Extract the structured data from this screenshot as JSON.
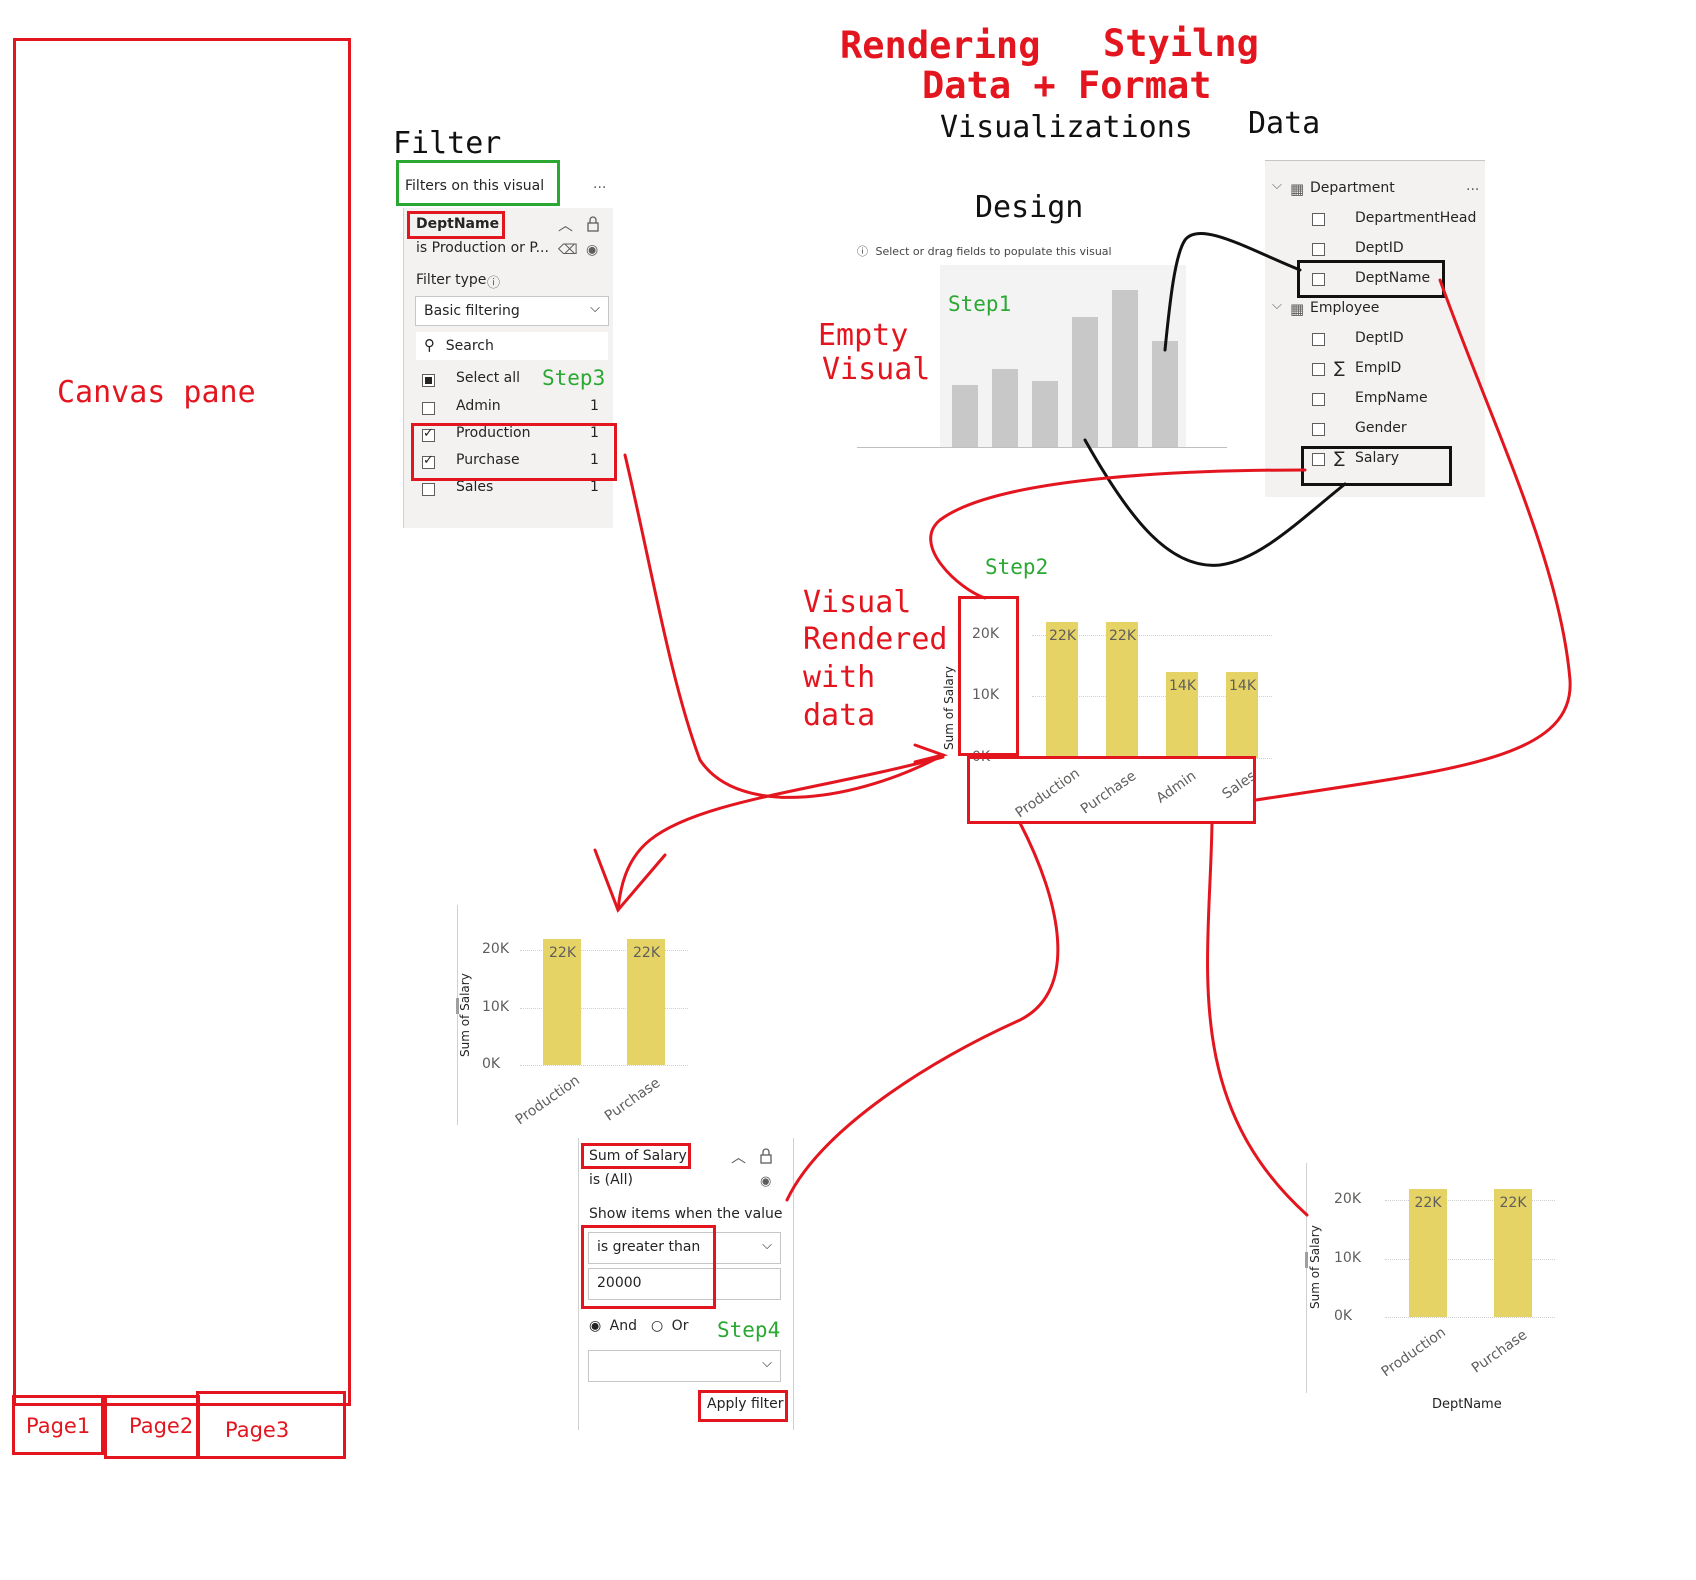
{
  "canvas": {
    "label": "Canvas pane",
    "pages": [
      "Page1",
      "Page2",
      "Page3"
    ]
  },
  "headings": {
    "filter": "Filter",
    "rendering": "Rendering",
    "styling": "Styilng",
    "data_format": "Data + Format",
    "visualizations": "Visualizations",
    "data": "Data",
    "design": "Design"
  },
  "filter_pane": {
    "header": "Filters on this visual",
    "more": "...",
    "field": "DeptName",
    "summary": "is Production or P...",
    "filter_type_label": "Filter type",
    "filter_type_value": "Basic filtering",
    "search_placeholder": "Search",
    "step": "Step3",
    "items": [
      {
        "label": "Select all",
        "count": "",
        "state": "partial"
      },
      {
        "label": "Admin",
        "count": "1",
        "state": "unchecked"
      },
      {
        "label": "Production",
        "count": "1",
        "state": "checked"
      },
      {
        "label": "Purchase",
        "count": "1",
        "state": "checked"
      },
      {
        "label": "Sales",
        "count": "1",
        "state": "unchecked"
      }
    ]
  },
  "empty_visual": {
    "hint": "Select or drag fields to populate this visual",
    "step": "Step1",
    "label_line1": "Empty",
    "label_line2": "Visual"
  },
  "data_pane": {
    "more": "...",
    "tables": [
      {
        "name": "Department",
        "fields": [
          {
            "name": "DepartmentHead",
            "sigma": false
          },
          {
            "name": "DeptID",
            "sigma": false
          },
          {
            "name": "DeptName",
            "sigma": false
          }
        ]
      },
      {
        "name": "Employee",
        "fields": [
          {
            "name": "DeptID",
            "sigma": false
          },
          {
            "name": "EmpID",
            "sigma": true
          },
          {
            "name": "EmpName",
            "sigma": false
          },
          {
            "name": "Gender",
            "sigma": false
          },
          {
            "name": "Salary",
            "sigma": true
          }
        ]
      }
    ]
  },
  "rendered_visual": {
    "step": "Step2",
    "label": [
      "Visual",
      "Rendered",
      "with",
      "data"
    ]
  },
  "value_filter": {
    "field": "Sum of Salary",
    "summary": "is (All)",
    "show_items_label": "Show items when the value",
    "condition": "is greater than",
    "value": "20000",
    "and_label": "And",
    "or_label": "Or",
    "step": "Step4",
    "apply_label": "Apply filter"
  },
  "chart_data": [
    {
      "type": "bar",
      "categories": [
        "Production",
        "Purchase",
        "Admin",
        "Sales"
      ],
      "values": [
        22000,
        22000,
        14000,
        14000
      ],
      "data_labels": [
        "22K",
        "22K",
        "14K",
        "14K"
      ],
      "ylabel": "Sum of Salary",
      "yticks": [
        "20K",
        "10K",
        "0K"
      ],
      "ylim": [
        0,
        24000
      ]
    },
    {
      "type": "bar",
      "categories": [
        "Production",
        "Purchase"
      ],
      "values": [
        22000,
        22000
      ],
      "data_labels": [
        "22K",
        "22K"
      ],
      "ylabel": "Sum of Salary",
      "yticks": [
        "20K",
        "10K",
        "0K"
      ],
      "ylim": [
        0,
        24000
      ]
    },
    {
      "type": "bar",
      "categories": [
        "Production",
        "Purchase"
      ],
      "values": [
        22000,
        22000
      ],
      "data_labels": [
        "22K",
        "22K"
      ],
      "ylabel": "Sum of Salary",
      "xlabel": "DeptName",
      "yticks": [
        "20K",
        "10K",
        "0K"
      ],
      "ylim": [
        0,
        24000
      ]
    }
  ]
}
